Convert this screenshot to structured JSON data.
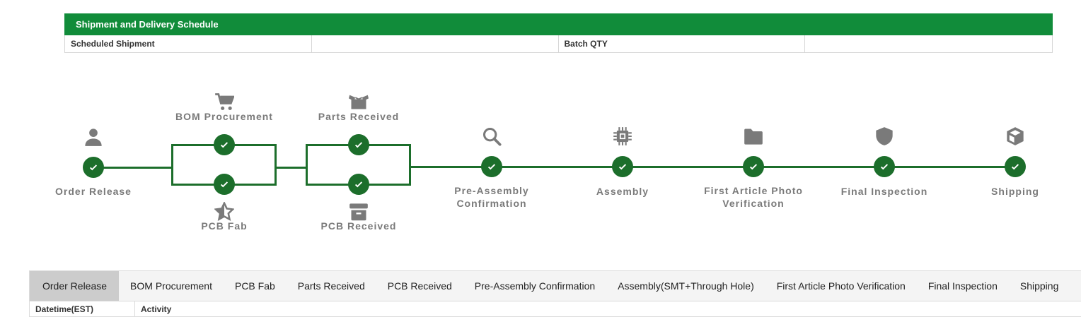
{
  "schedule": {
    "title": "Shipment and Delivery Schedule",
    "fields": [
      {
        "label": "Scheduled Shipment",
        "value": ""
      },
      {
        "label": "Batch QTY",
        "value": ""
      }
    ]
  },
  "timeline": {
    "accent_color": "#1c6e2b",
    "icon_color": "#7a7a7a",
    "steps": [
      {
        "label": "Order Release",
        "icon": "user-icon",
        "done": true
      },
      {
        "label": "BOM Procurement",
        "icon": "cart-icon",
        "done": true
      },
      {
        "label": "PCB Fab",
        "icon": "star-icon",
        "done": true
      },
      {
        "label": "Parts Received",
        "icon": "open-box-icon",
        "done": true
      },
      {
        "label": "PCB Received",
        "icon": "archive-icon",
        "done": true
      },
      {
        "label": "Pre-Assembly Confirmation",
        "icon": "search-icon",
        "done": true
      },
      {
        "label": "Assembly",
        "icon": "chip-icon",
        "done": true
      },
      {
        "label": "First Article Photo Verification",
        "icon": "folder-icon",
        "done": true
      },
      {
        "label": "Final Inspection",
        "icon": "shield-icon",
        "done": true
      },
      {
        "label": "Shipping",
        "icon": "cube-icon",
        "done": true
      }
    ]
  },
  "tabs": {
    "active": "Order Release",
    "items": [
      "Order Release",
      "BOM Procurement",
      "PCB Fab",
      "Parts Received",
      "PCB Received",
      "Pre-Assembly Confirmation",
      "Assembly(SMT+Through Hole)",
      "First Article Photo Verification",
      "Final Inspection",
      "Shipping"
    ]
  },
  "activity_table": {
    "columns": [
      "Datetime(EST)",
      "Activity"
    ]
  }
}
